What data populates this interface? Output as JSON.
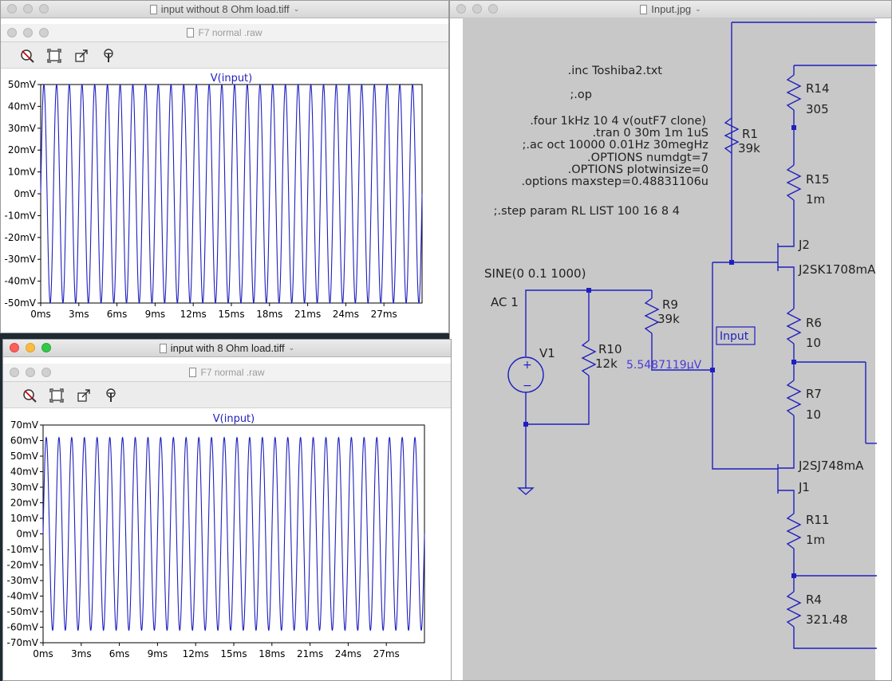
{
  "window1": {
    "title": "input without 8 Ohm load.tiff",
    "subtitle": "F7 normal .raw",
    "plot": {
      "trace_label": "V(input)"
    }
  },
  "window2": {
    "title": "input with 8 Ohm load.tiff",
    "subtitle": "F7 normal .raw",
    "plot": {
      "trace_label": "V(input)"
    }
  },
  "window3": {
    "title": "Input.jpg",
    "directives": [
      ".inc Toshiba2.txt",
      ";.op",
      ".four 1kHz 10 4 v(outF7 clone)",
      ".tran 0 30m 1m 1uS",
      ";.ac oct 10000 0.01Hz 30megHz",
      ".OPTIONS numdgt=7",
      ".OPTIONS plotwinsize=0",
      ".options maxstep=0.48831106u",
      ";.step param RL LIST 100 16 8 4"
    ],
    "source_value": "SINE(0 0.1 1000)",
    "source_ac": "AC 1",
    "node_voltage": "5.5487119µV",
    "net_label": "Input",
    "components": {
      "V1": "V1",
      "R1": "R1",
      "R1_val": "39k",
      "R9": "R9",
      "R9_val": "39k",
      "R10": "R10",
      "R10_val": "12k",
      "R14": "R14",
      "R14_val": "305",
      "R15": "R15",
      "R15_val": "1m",
      "J2": "J2",
      "J2_model": "J2SK1708mA",
      "R6": "R6",
      "R6_val": "10",
      "R7": "R7",
      "R7_val": "10",
      "J1": "J1",
      "J1_model": "J2SJ748mA",
      "R11": "R11",
      "R11_val": "1m",
      "R4": "R4",
      "R4_val": "321.48"
    }
  },
  "colors": {
    "trace": "#1f1fbf",
    "wire": "#1f1fbf",
    "schematic_bg": "#c8c8c8",
    "accent_voltage": "#4b3bd6"
  },
  "chart_data": [
    {
      "type": "line",
      "title": "V(input)",
      "x_unit": "ms",
      "x_ticks": [
        "0ms",
        "3ms",
        "6ms",
        "9ms",
        "12ms",
        "15ms",
        "18ms",
        "21ms",
        "24ms",
        "27ms"
      ],
      "y_ticks": [
        "50mV",
        "40mV",
        "30mV",
        "20mV",
        "10mV",
        "0mV",
        "-10mV",
        "-20mV",
        "-30mV",
        "-40mV",
        "-50mV"
      ],
      "xlim": [
        0,
        30
      ],
      "ylim": [
        -50,
        50
      ],
      "series": [
        {
          "waveform": "sine",
          "frequency_hz": 1000,
          "amplitude_mV": 50
        }
      ]
    },
    {
      "type": "line",
      "title": "V(input)",
      "x_unit": "ms",
      "x_ticks": [
        "0ms",
        "3ms",
        "6ms",
        "9ms",
        "12ms",
        "15ms",
        "18ms",
        "21ms",
        "24ms",
        "27ms"
      ],
      "y_ticks": [
        "70mV",
        "60mV",
        "50mV",
        "40mV",
        "30mV",
        "20mV",
        "10mV",
        "0mV",
        "-10mV",
        "-20mV",
        "-30mV",
        "-40mV",
        "-50mV",
        "-60mV",
        "-70mV"
      ],
      "xlim": [
        0,
        30
      ],
      "ylim": [
        -70,
        70
      ],
      "series": [
        {
          "waveform": "sine",
          "frequency_hz": 1000,
          "amplitude_mV": 62
        }
      ]
    }
  ]
}
